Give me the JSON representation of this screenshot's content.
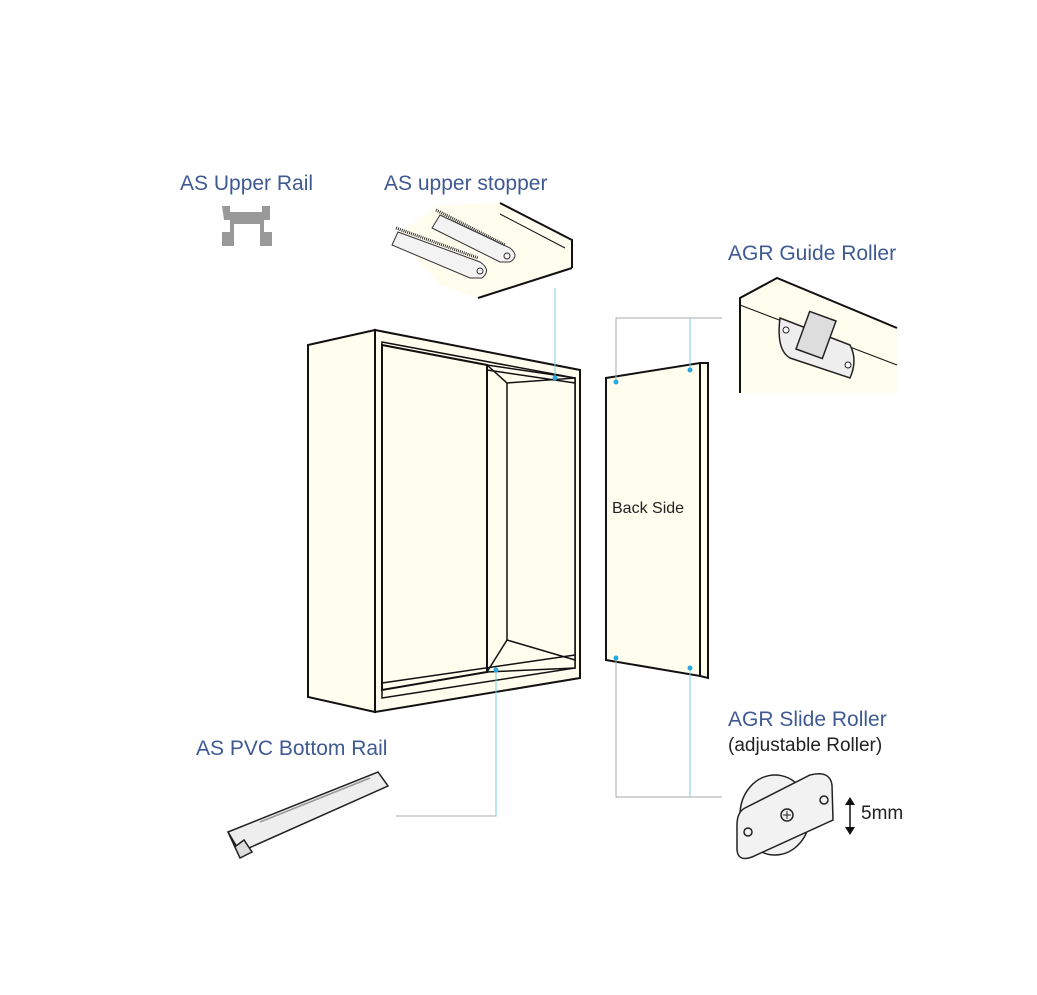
{
  "labels": {
    "upper_rail": "AS Upper Rail",
    "upper_stopper": "AS upper stopper",
    "guide_roller": "AGR Guide Roller",
    "bottom_rail": "AS PVC Bottom Rail",
    "slide_roller": "AGR Slide Roller",
    "slide_roller_note": "(adjustable Roller)",
    "back_side": "Back Side",
    "adjust_range": "5mm"
  },
  "colors": {
    "label": "#3f5a93",
    "panel_fill": "#fffdee",
    "leader_blue": "#7ccbe6",
    "leader_gray": "#aaaaaa",
    "rail_gray": "#999999"
  }
}
